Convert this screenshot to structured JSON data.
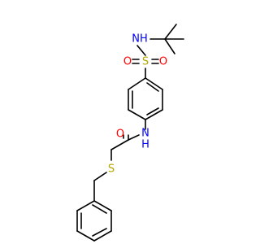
{
  "molecule": {
    "atoms": {
      "nh_sulfonamide": "NH",
      "s_sulfonyl": "S",
      "o_sulfonyl_left": "O",
      "o_sulfonyl_right": "O",
      "nh_amide": "N",
      "h_amide": "H",
      "o_carbonyl": "O",
      "s_thioether": "S"
    },
    "colors": {
      "bond": "#000000",
      "nitrogen": "#0000ff",
      "oxygen": "#ff0000",
      "sulfur": "#b5a400"
    }
  }
}
